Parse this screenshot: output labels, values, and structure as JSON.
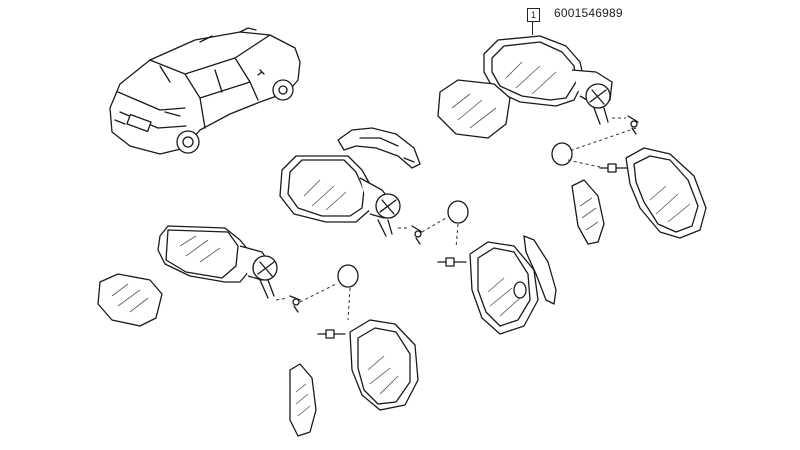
{
  "callout": {
    "ref_label": "1",
    "part_number": "6001546989"
  },
  "parts": {
    "vehicle": "sedan-car",
    "assemblies": [
      "mirror-assembly-left",
      "mirror-assembly-center",
      "mirror-assembly-right"
    ]
  }
}
